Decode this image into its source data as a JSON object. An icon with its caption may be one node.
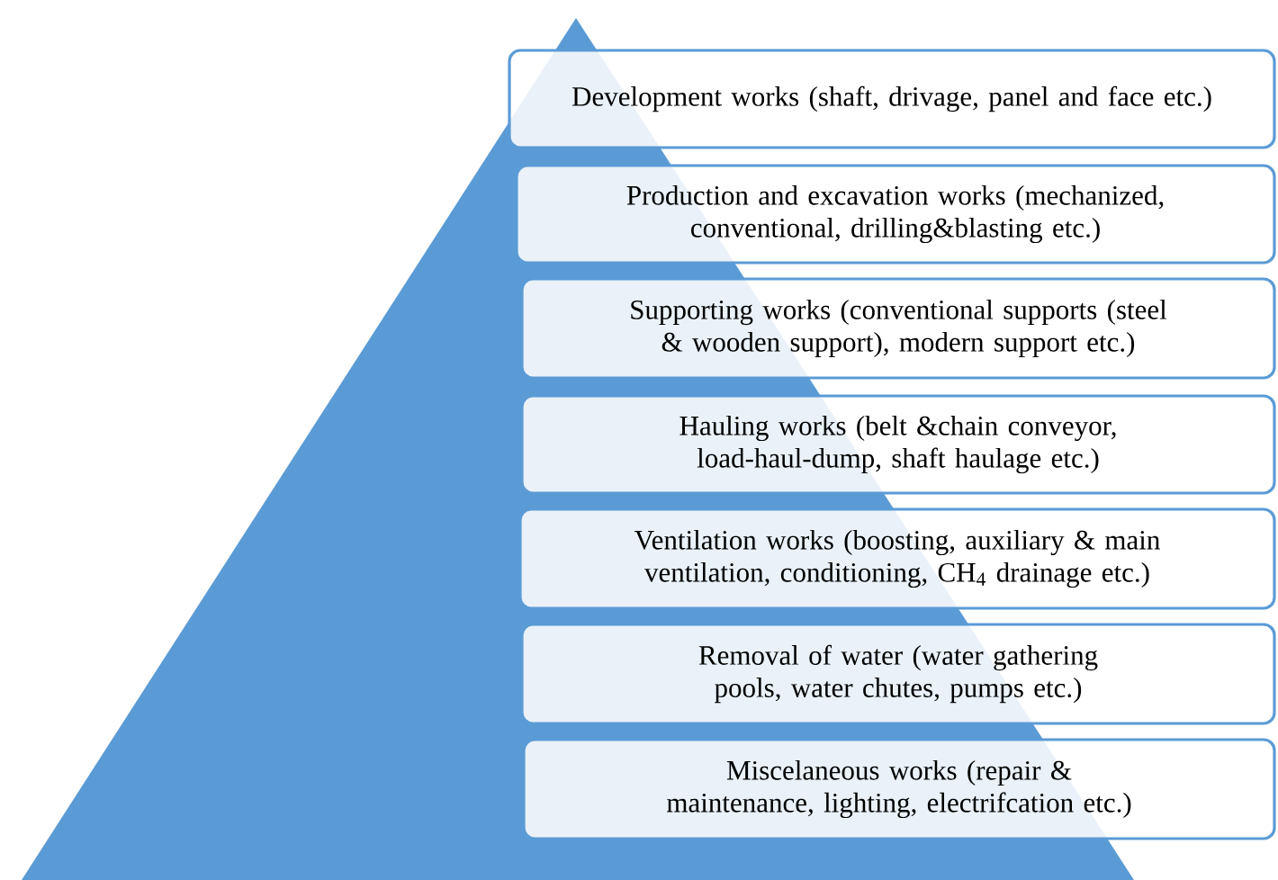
{
  "diagram": {
    "nodes": [
      {
        "text": [
          "Development works (shaft, drivage, panel and face etc.)"
        ]
      },
      {
        "text": [
          "Production and excavation works (mechanized, conventional, drilling&blasting etc.)"
        ]
      },
      {
        "text": [
          "Supporting works (conventional supports (steel & wooden support), modern support etc.)"
        ]
      },
      {
        "text": [
          "Hauling works (belt &chain conveyor, load-haul-dump, shaft haulage etc.)"
        ]
      },
      {
        "text": [
          "Ventilation works (boosting, auxiliary & main ventilation, conditioning, CH$_{4}$ drainage etc.)"
        ]
      },
      {
        "text": [
          "Removal of water (water gathering pools, water chutes, pumps etc.)"
        ]
      },
      {
        "text": [
          "Miscelaneous works (repair & maintenance, lighting, electrifcation etc.)"
        ]
      }
    ]
  }
}
